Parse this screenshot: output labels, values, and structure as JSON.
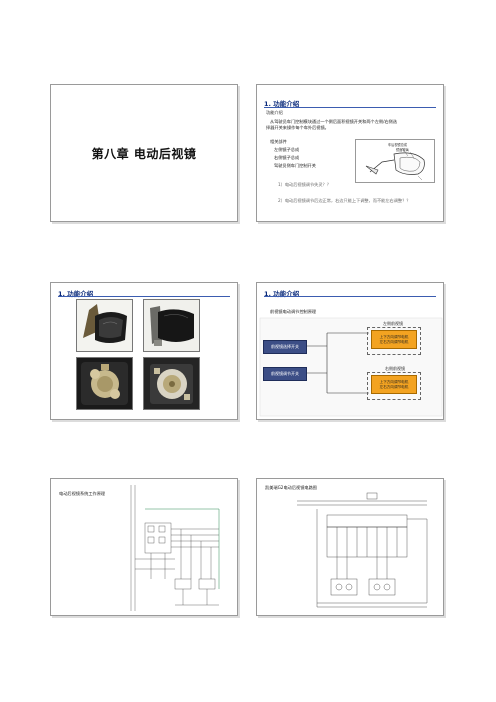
{
  "slide1": {
    "chapter_title": "第八章  电动后视镜"
  },
  "slide2": {
    "title": "1. 功能介绍",
    "subtitle": "功能介绍",
    "intro_line1": "从驾驶员车门控制模块通过一个倒后面积视镜开关和两个左侧/右侧选",
    "intro_line2": "择器开关来操作每个车外后视镜。",
    "parts_heading": "相关部件",
    "parts": [
      "左侧镜子总成",
      "右侧镜子总成",
      "驾驶员侧车门控制开关"
    ],
    "questions": [
      "1）电动后视镜调节失灵？？",
      "2）电动后视镜调节后边正常，右边只能上下调整，而不能左右调整？？"
    ],
    "figure_labels": {
      "mirror_assembly": "车后视镜总成",
      "mirror_glass": "镜面玻璃"
    }
  },
  "slide3": {
    "title": "1. 功能介绍"
  },
  "slide4": {
    "title": "1. 功能介绍",
    "subtitle": "前视镜电动调节控制原理",
    "selector_switch": "前视镜选择开关",
    "adjust_switch": "前视镜调节开关",
    "left_mirror_label": "左侧前视镜",
    "right_mirror_label": "右侧前视镜",
    "left_motor_line1": "上下方向调节电机",
    "left_motor_line2": "左右方向调节电机",
    "right_motor_line1": "上下方向调节电机",
    "right_motor_line2": "左右方向调节电机"
  },
  "slide5": {
    "label": "电动后视镜系统工作原理"
  },
  "slide6": {
    "label": "凯美瑞G2电动后视镜电路图"
  }
}
